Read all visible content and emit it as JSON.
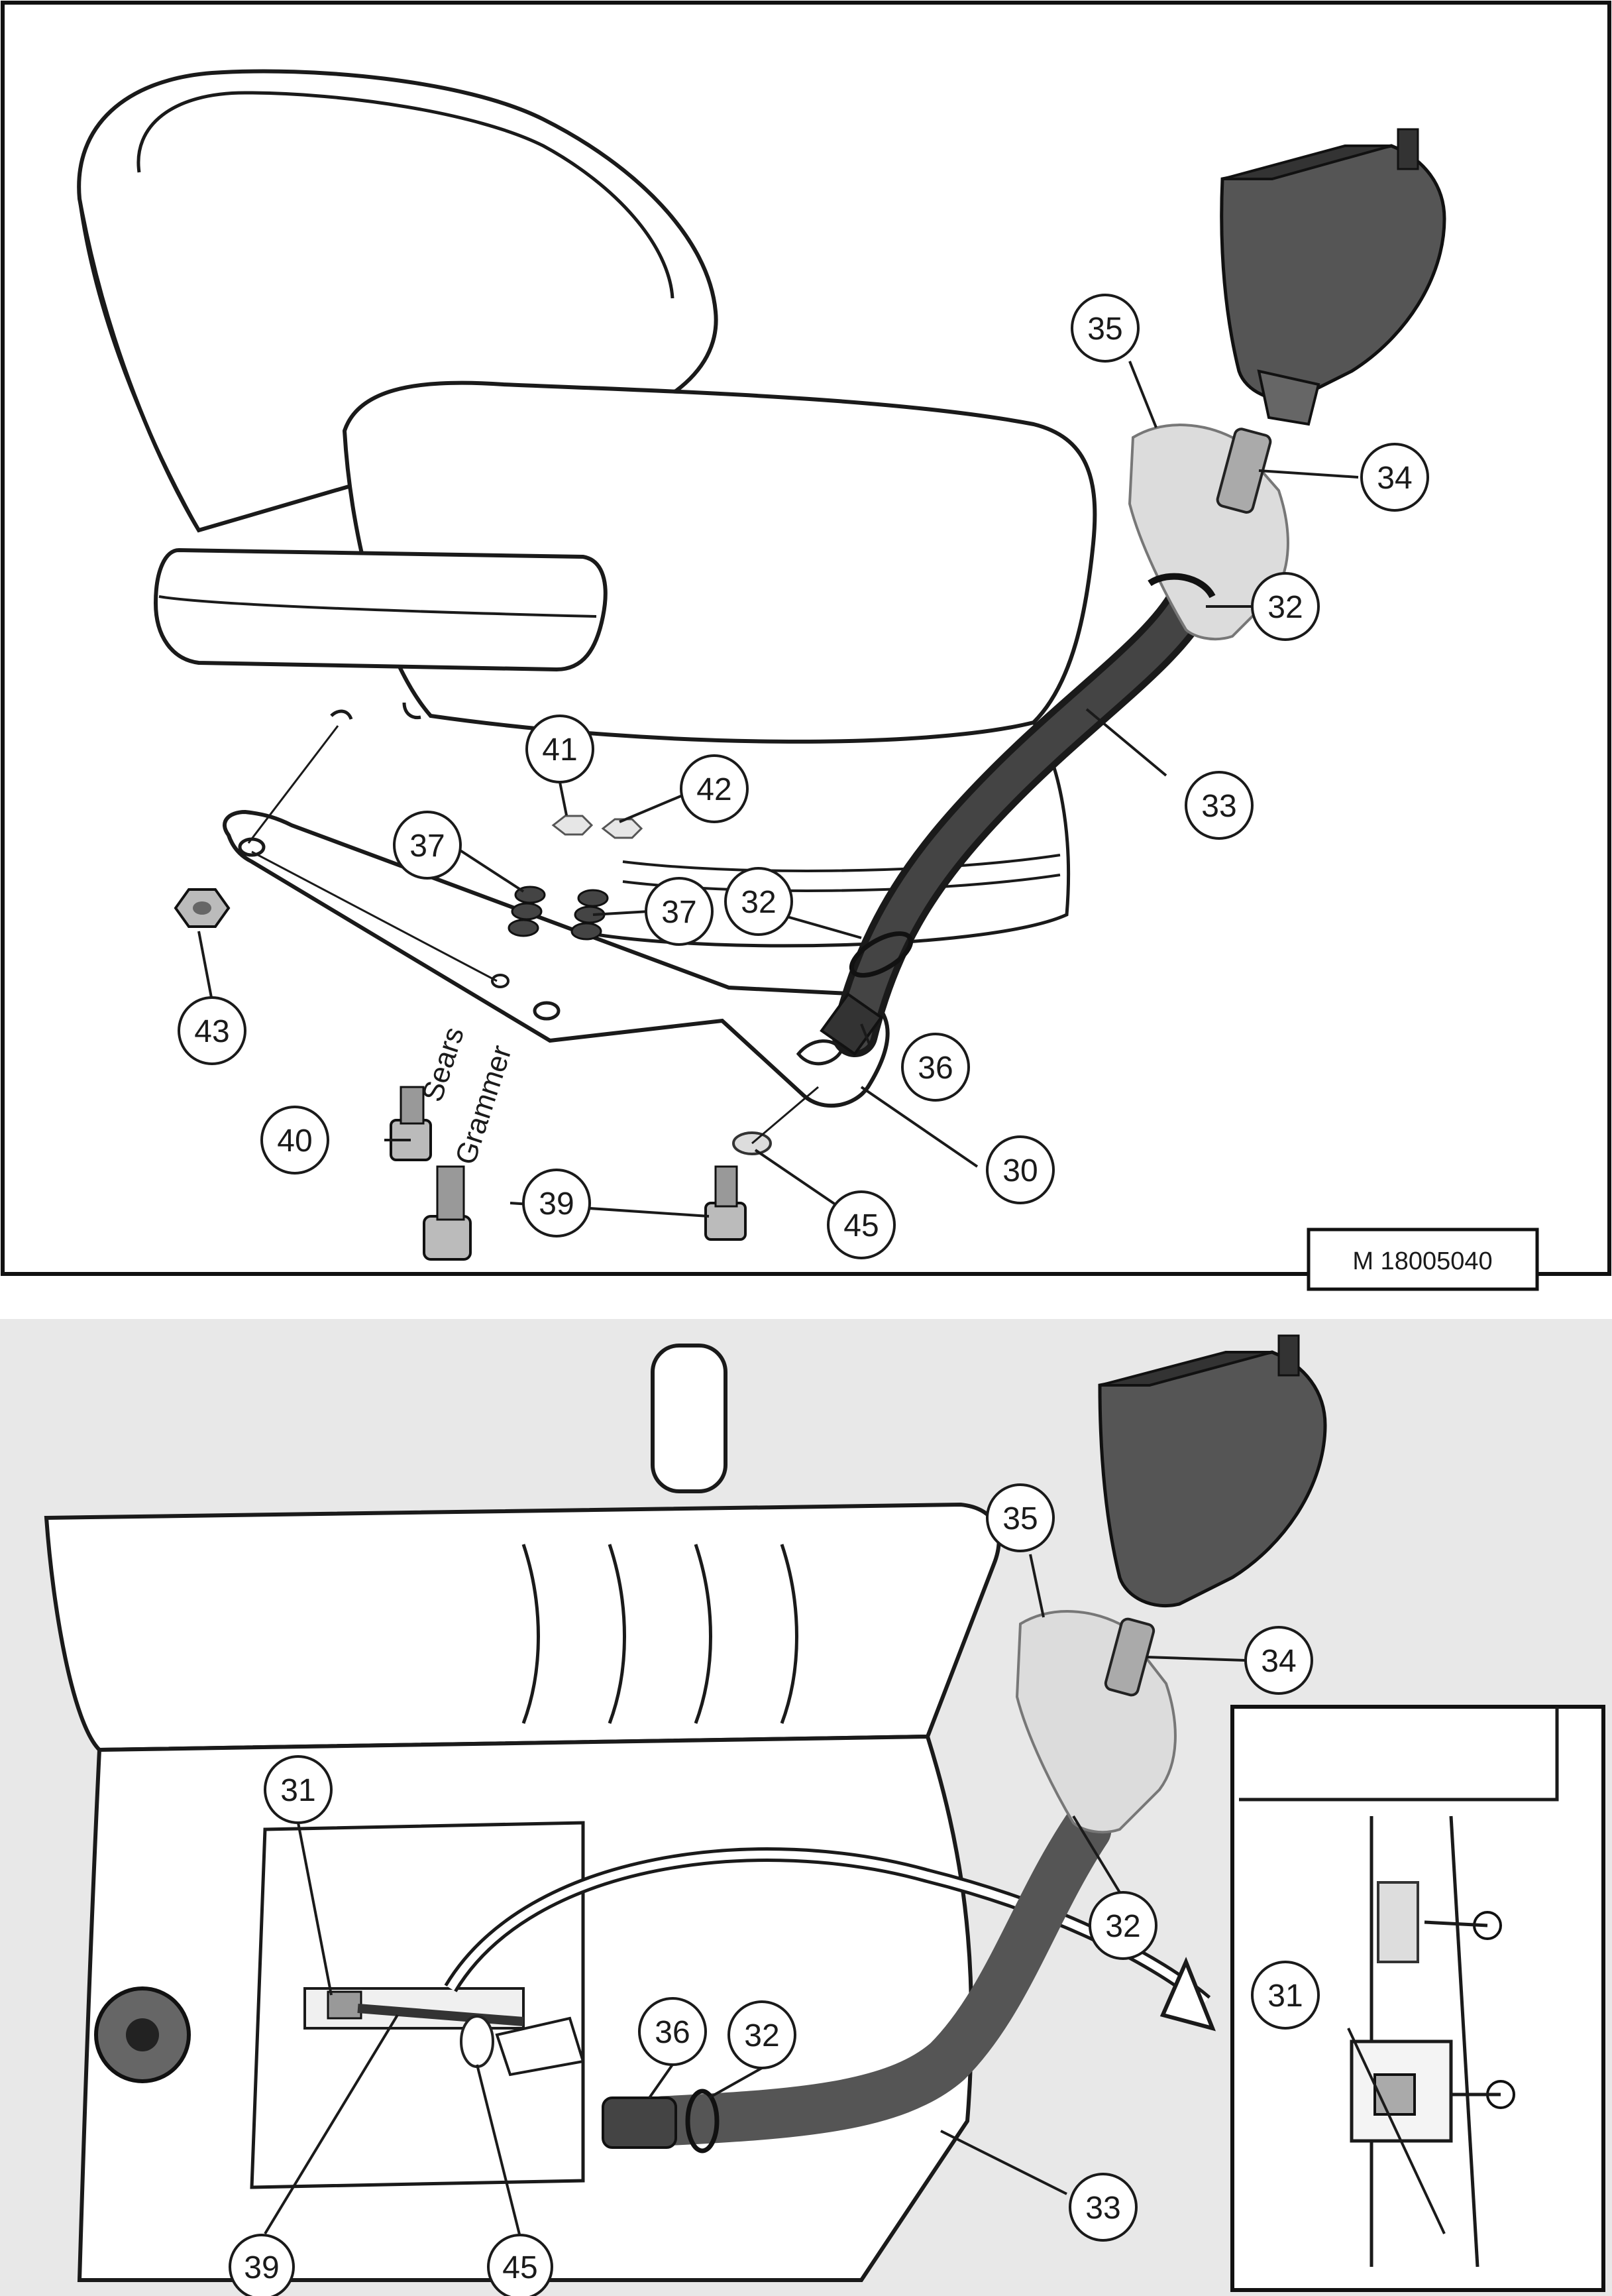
{
  "figure": {
    "reference": "M 18005040",
    "seat_labels": {
      "sears": "Sears",
      "grammer": "Grammer"
    },
    "top_callouts": [
      "35",
      "34",
      "32",
      "33",
      "41",
      "42",
      "37",
      "37",
      "32",
      "43",
      "36",
      "40",
      "30",
      "39",
      "45"
    ],
    "bottom_callouts": [
      "35",
      "34",
      "32",
      "31",
      "36",
      "32",
      "33",
      "39",
      "45",
      "31"
    ]
  },
  "colors": {
    "line": "#1a1a1a",
    "hose": "#3a3a3a",
    "plastic": "#d8d8d8",
    "background_bottom": "#e8e8e8"
  }
}
